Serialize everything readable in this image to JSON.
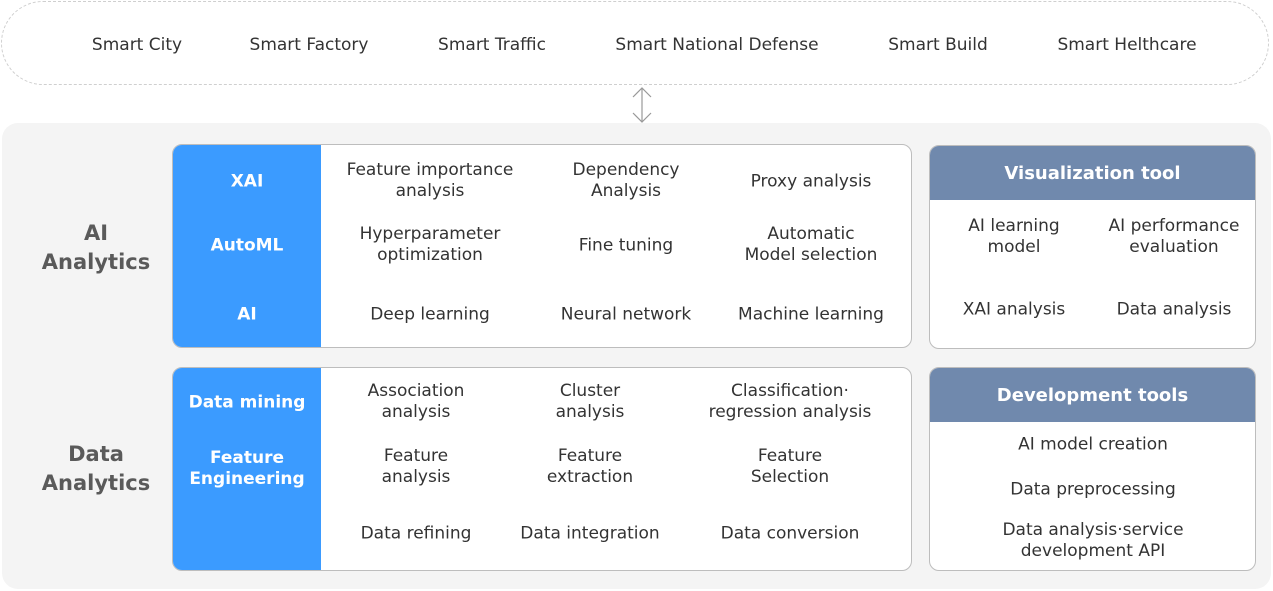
{
  "domains": [
    "Smart City",
    "Smart Factory",
    "Smart Traffic",
    "Smart National Defense",
    "Smart Build",
    "Smart Helthcare"
  ],
  "ai_section": {
    "title_line1": "AI",
    "title_line2": "Analytics",
    "rows": [
      {
        "label_line1": "XAI",
        "label_line2": "",
        "cells": [
          [
            "Feature importance",
            "analysis"
          ],
          [
            "Dependency",
            "Analysis"
          ],
          [
            "Proxy analysis",
            ""
          ]
        ]
      },
      {
        "label_line1": "AutoML",
        "label_line2": "",
        "cells": [
          [
            "Hyperparameter",
            "optimization"
          ],
          [
            "Fine tuning",
            ""
          ],
          [
            "Automatic",
            "Model selection"
          ]
        ]
      },
      {
        "label_line1": "AI",
        "label_line2": "",
        "cells": [
          [
            "Deep learning",
            ""
          ],
          [
            "Neural network",
            ""
          ],
          [
            "Machine learning",
            ""
          ]
        ]
      }
    ]
  },
  "data_section": {
    "title_line1": "Data",
    "title_line2": "Analytics",
    "rows": [
      {
        "label_line1": "Data mining",
        "label_line2": "",
        "cells": [
          [
            "Association",
            "analysis"
          ],
          [
            "Cluster",
            "analysis"
          ],
          [
            "Classification·",
            "regression analysis"
          ]
        ]
      },
      {
        "label_line1": "Feature",
        "label_line2": "Engineering",
        "cells": [
          [
            "Feature",
            "analysis"
          ],
          [
            "Feature",
            "extraction"
          ],
          [
            "Feature",
            "Selection"
          ]
        ]
      },
      {
        "label_line1": "",
        "label_line2": "",
        "cells": [
          [
            "Data refining",
            ""
          ],
          [
            "Data integration",
            ""
          ],
          [
            "Data conversion",
            ""
          ]
        ]
      }
    ]
  },
  "visualization_tool": {
    "title": "Visualization tool",
    "items": [
      [
        "AI learning",
        "model"
      ],
      [
        "AI performance",
        "evaluation"
      ],
      [
        "XAI analysis",
        ""
      ],
      [
        "Data analysis",
        ""
      ]
    ]
  },
  "development_tools": {
    "title": "Development tools",
    "items": [
      [
        "AI model creation",
        ""
      ],
      [
        "Data preprocessing",
        ""
      ],
      [
        "Data analysis·service",
        "development API"
      ]
    ]
  },
  "colors": {
    "label_column": "#3b9bff",
    "tool_header": "#7089ad",
    "panel_background": "#f4f4f4"
  },
  "icons": {
    "connector": "double-arrow-vertical-icon"
  }
}
